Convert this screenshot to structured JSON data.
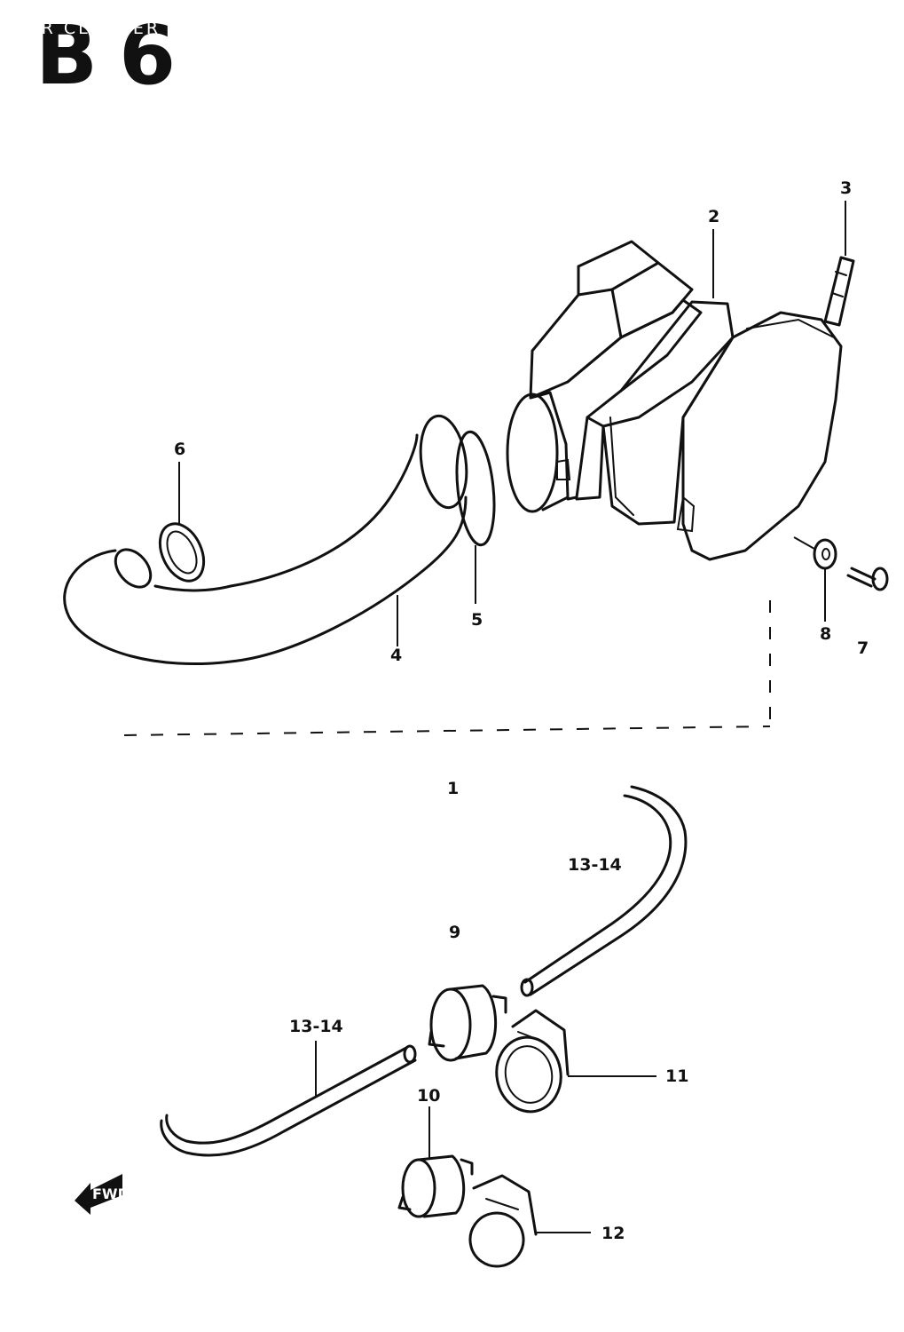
{
  "header": {
    "section_code": "B 6",
    "section_title": "AIR CLEANER"
  },
  "callouts": {
    "assembly": "1",
    "case": "2",
    "clamp_plate": "3",
    "outlet_tube": "4",
    "seal": "5",
    "tube_clamp": "6",
    "screw": "7",
    "washer": "8",
    "upper_hose": "13-14",
    "valve": "9",
    "lower_hose": "13-14",
    "valve_small": "10",
    "bracket": "11",
    "bracket_small": "12"
  },
  "forward_marker": "FWD"
}
